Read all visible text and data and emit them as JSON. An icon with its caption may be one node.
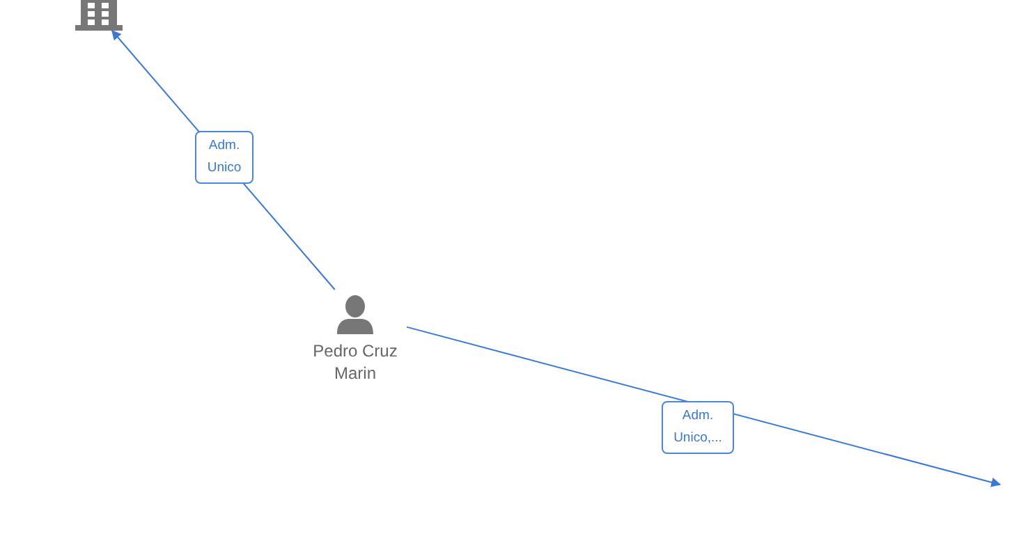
{
  "diagram": {
    "nodes": [
      {
        "text": [],
        "shape": "building"
      },
      {
        "text": [
          "Pedro Cruz Marin"
        ]
      }
    ],
    "edges": [
      {
        "from": 1,
        "to": 0,
        "arrow": "to",
        "label": "Adm. Unico"
      },
      {
        "from": 1,
        "to": null,
        "arrow": "to",
        "label": "Adm. Unico,..."
      }
    ]
  }
}
